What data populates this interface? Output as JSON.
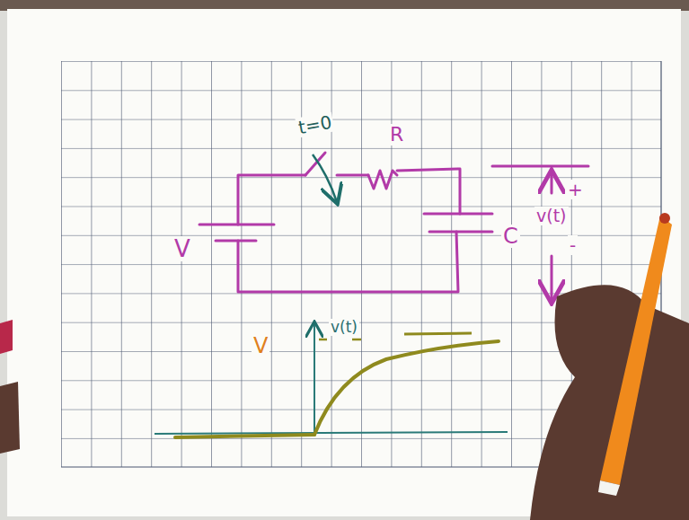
{
  "diagram": {
    "labels": [
      "t=0",
      "R",
      "+",
      "v(t)",
      "V",
      "C",
      "-",
      "V",
      "v(t)"
    ]
  }
}
